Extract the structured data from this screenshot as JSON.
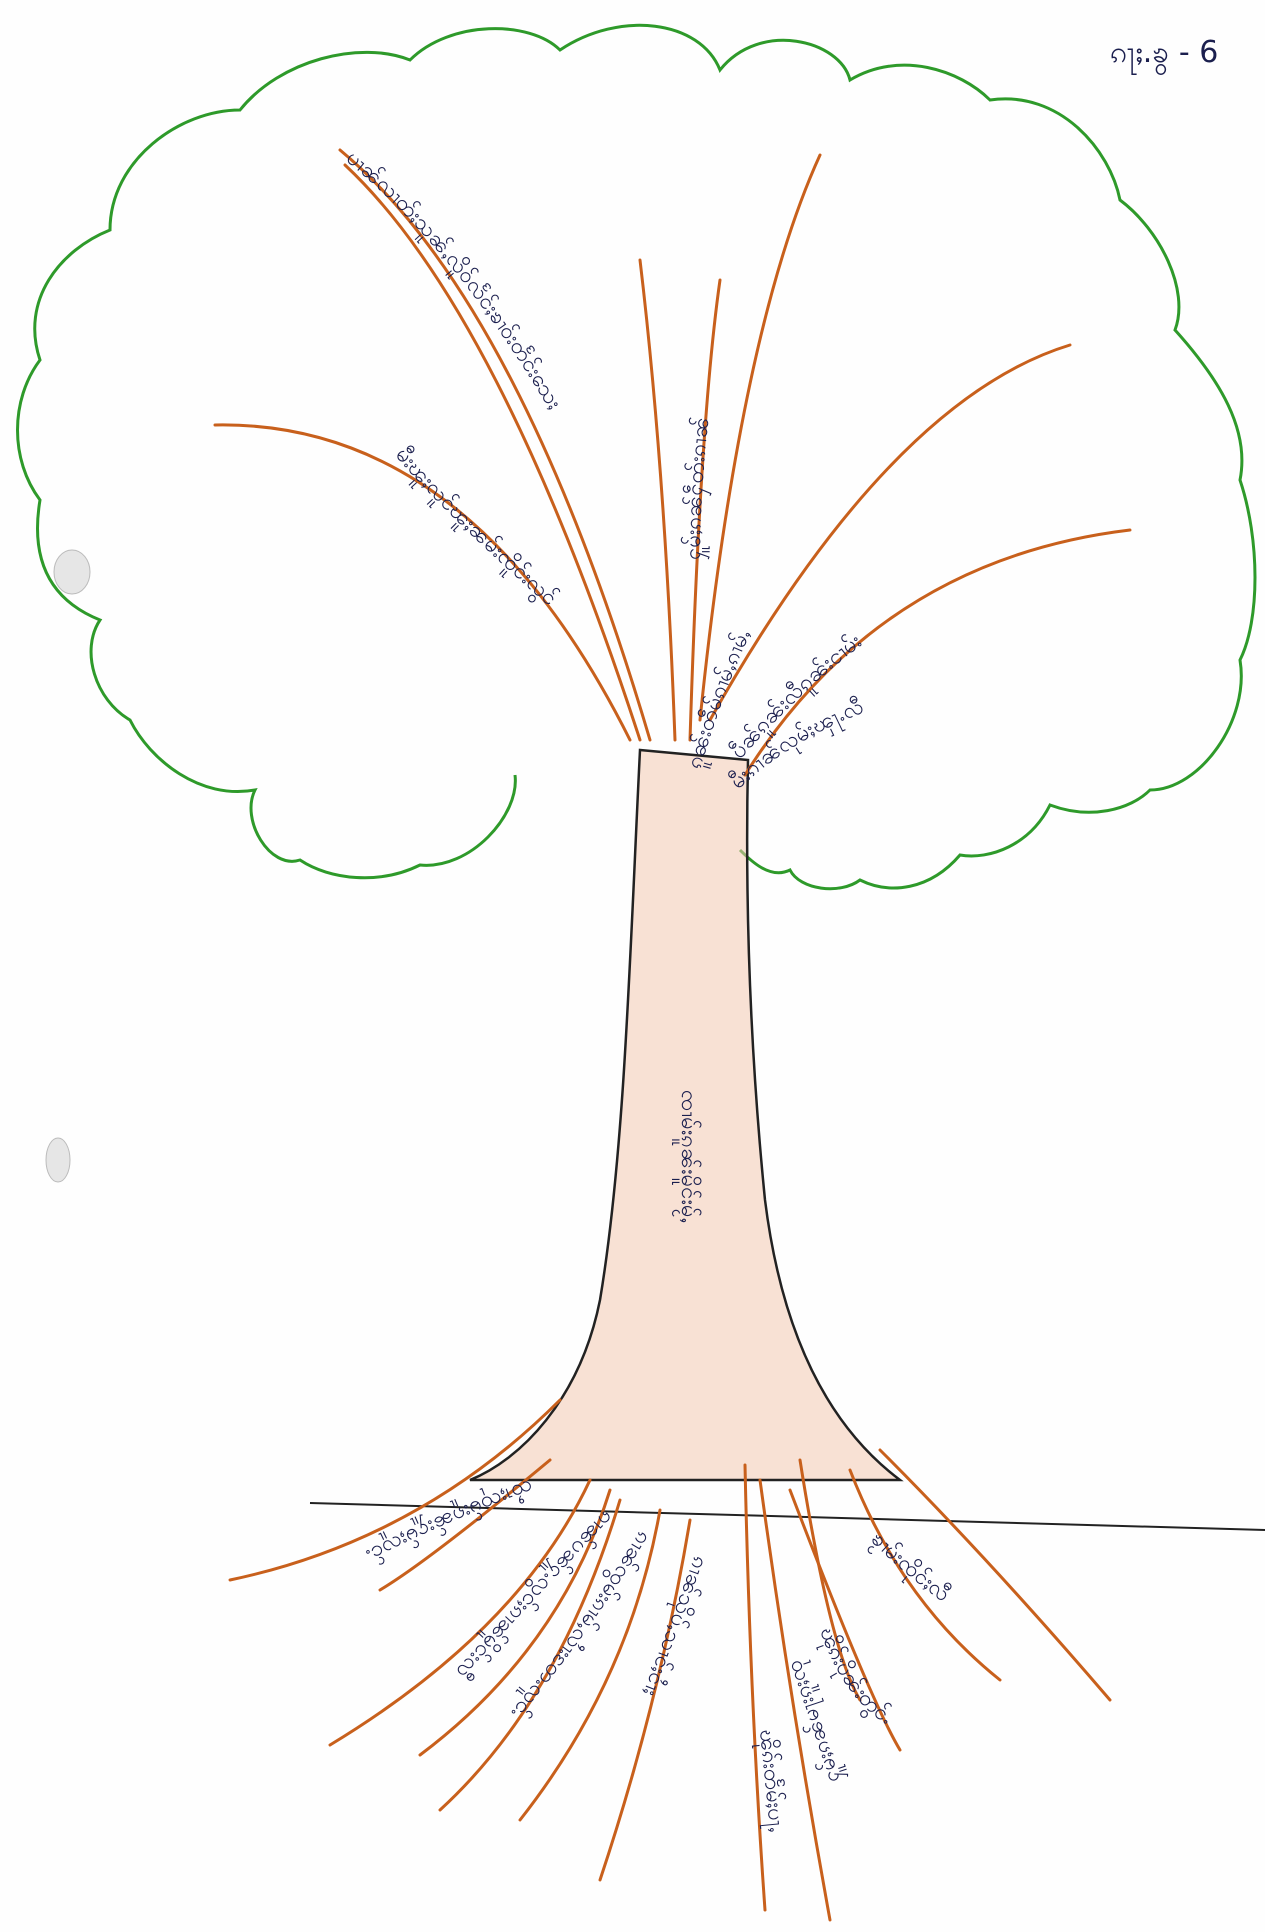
{
  "page_label": "ၵႃႈ.ၶွ - 6",
  "trunk": {
    "label": "ၸၢမ်းၵူၼ်းမိူင်းမႂ်ႇ"
  },
  "branches": [
    {
      "label": "မီးၽူႈလူင်ၽူႈၼမ်းၸိူင်းလွင်"
    },
    {
      "label": "ပၢၼ်လၢတ်ႈသူၼ်ႇလိူဝ်လႅင်ႈၶၢဝ်းတႅင်းသေႈ"
    },
    {
      "label": "ႁူမ်ႈၵၼ်ႁဵတ်းၵၢၼ်"
    },
    {
      "label": "ၵူၼ်းတဵမ်ၵၢမ်ႇၵၢမ်ႇ"
    },
    {
      "label": "ပဵၼ်ၵူၼ်းလီၵူၼ်းငၢမ်း"
    },
    {
      "label": "မီးၵၢၼ်လုမ်ႈၾႃႉလီ"
    }
  ],
  "roots": [
    {
      "label": "ၸၢႆႈၸုမ်းၵူၼ်းႁူမ်ႈလူင်ႉ"
    },
    {
      "label": "ၵၢၼ်ပၼ်ႁူႉလွင်ႈၵၢၼ်မိူင်းလီ"
    },
    {
      "label": "ၵၢၼ်ၸွမ်းၵၢမ်ႇလၢႆးတႄႉလူင်ႉ"
    },
    {
      "label": "ၵၢၼ်သိုပ်ႇသၢင်ႈငၢႆႈ"
    },
    {
      "label": "ၽိုၵ်းတႅမ်ႈပႃႇ"
    },
    {
      "label": "ၽိုၵ်းပိုၼ်းတွင်ႉ"
    },
    {
      "label": "ႁူမ်ႈၵၼ်မႃးၵူႈၸုမ်း"
    },
    {
      "label": "ၶႂၢမ်းၸိုင်ႈလီ"
    }
  ],
  "colors": {
    "canopy": "#2e9a2a",
    "branch": "#c8601c",
    "ink": "#1b1f4e",
    "trunk_shade": "#e29a74",
    "ground": "#222222"
  }
}
